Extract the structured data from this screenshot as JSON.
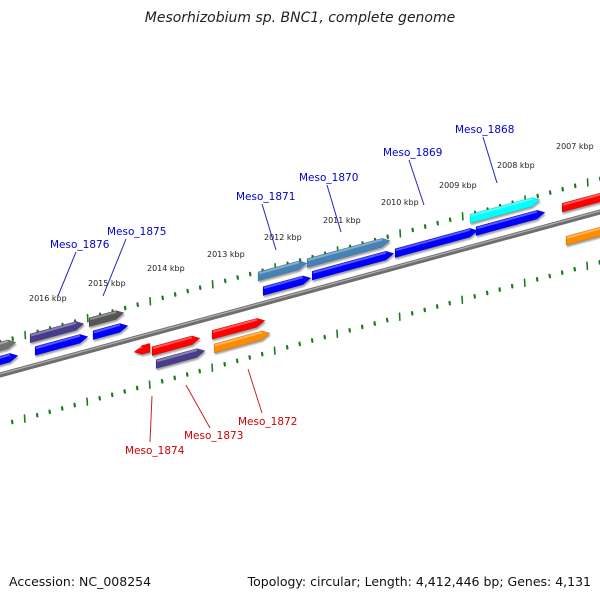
{
  "title": "Mesorhizobium sp. BNC1, complete genome",
  "footer": {
    "accession": "Accession: NC_008254",
    "summary": "Topology: circular; Length: 4,412,446 bp; Genes: 4,131"
  },
  "colors": {
    "backbone": "#808080",
    "tick": "#1e7a1e",
    "label_forward": "#0000cc",
    "label_reverse": "#cc0000",
    "callout_forward": "#2222cc",
    "callout_reverse": "#cc2222"
  },
  "scale": {
    "labels": [
      "2007 kbp",
      "2008 kbp",
      "2009 kbp",
      "2010 kbp",
      "2011 kbp",
      "2012 kbp",
      "2013 kbp",
      "2014 kbp",
      "2015 kbp",
      "2016 kbp"
    ]
  },
  "gene_labels": {
    "forward": [
      "Meso_1868",
      "Meso_1869",
      "Meso_1870",
      "Meso_1871",
      "Meso_1875",
      "Meso_1876"
    ],
    "reverse": [
      "Meso_1872",
      "Meso_1873",
      "Meso_1874"
    ]
  },
  "features": {
    "track_colors": [
      "#0000ff",
      "#ff0000",
      "#483d8b",
      "#4682b4",
      "#00ffff",
      "#ff8c00",
      "#555555"
    ]
  }
}
